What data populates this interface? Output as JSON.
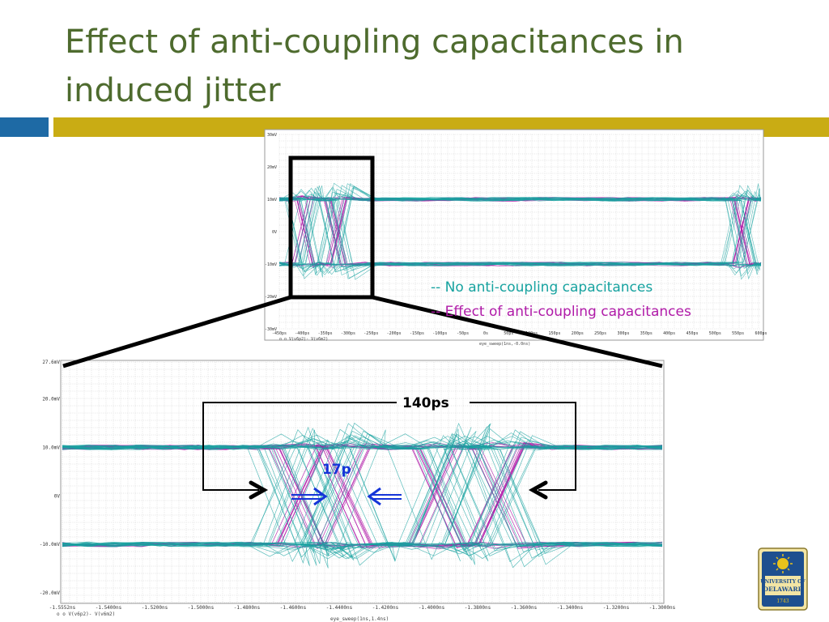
{
  "slide": {
    "title": "Effect of anti-coupling capacitances in induced jitter",
    "colors": {
      "title": "#4e6b2e",
      "bar_blue": "#1e6aa5",
      "bar_gold": "#c9ac14",
      "cyan": "#17a3a0",
      "magenta": "#b01aa8"
    }
  },
  "legend": {
    "no_anti": "-- No anti-coupling capacitances",
    "effect_anti": "-- Effect of anti-coupling capacitances"
  },
  "annotations": {
    "period": "140ps",
    "delta": "17p"
  },
  "chart_data": [
    {
      "type": "line",
      "y_ticks": [
        "30mV",
        "20mV",
        "10mV",
        "0V",
        "-10mV",
        "-20mV",
        "-30mV"
      ],
      "x_ticks": [
        "-450ps",
        "-400ps",
        "-350ps",
        "-300ps",
        "-250ps",
        "-200ps",
        "-150ps",
        "-100ps",
        "-50ps",
        "0s",
        "50ps",
        "100ps",
        "150ps",
        "200ps",
        "250ps",
        "300ps",
        "350ps",
        "400ps",
        "450ps",
        "500ps",
        "550ps",
        "600ps"
      ],
      "legend_line": "o o V(v6p2)- V(v6m2)",
      "xlabel": "eye_sweep(1ns,-0.0ns)",
      "series": [
        {
          "name": "-- No anti-coupling capacitances",
          "color": "#17a3a0"
        },
        {
          "name": "-- Effect of anti-coupling capacitances",
          "color": "#b01aa8"
        }
      ],
      "ylim": [
        -30,
        30
      ]
    },
    {
      "type": "line",
      "y_ticks": [
        "27.6mV",
        "20.0mV",
        "10.0mV",
        "0V",
        "-10.0mV",
        "-20.0mV"
      ],
      "x_ticks": [
        "-1.5552ns",
        "-1.5400ns",
        "-1.5200ns",
        "-1.5000ns",
        "-1.4800ns",
        "-1.4600ns",
        "-1.4400ns",
        "-1.4200ns",
        "-1.4000ns",
        "-1.3800ns",
        "-1.3600ns",
        "-1.3400ns",
        "-1.3200ns",
        "-1.3000ns"
      ],
      "legend_line": "o o V(v6p2)- V(v6m2)",
      "xlabel": "eye_sweep(1ns,1.4ns)",
      "ylim": [
        -22,
        27.6
      ]
    }
  ],
  "logo": {
    "line1": "UNIVERSITY OF",
    "line2": "DELAWARE",
    "year": "1743"
  }
}
